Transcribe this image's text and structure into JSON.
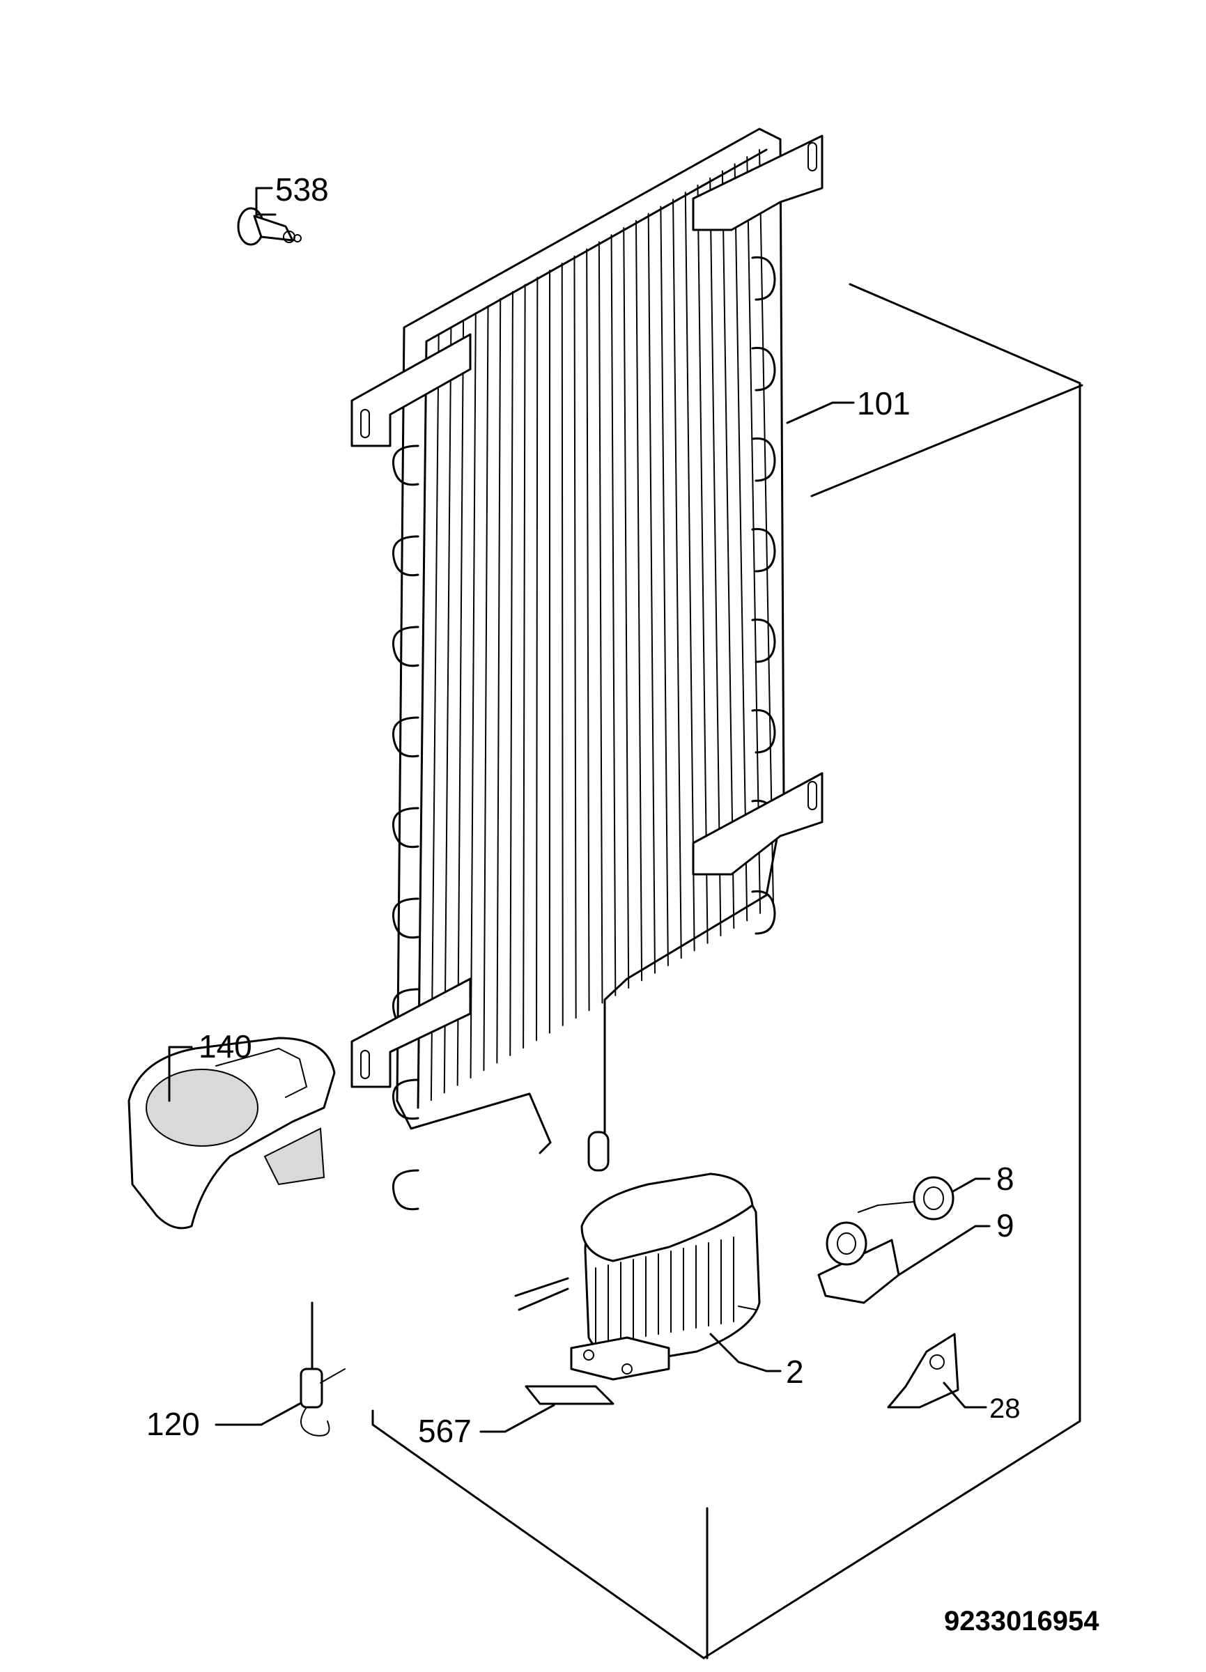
{
  "diagram": {
    "document_number": "9233016954",
    "callouts": [
      {
        "id": "538",
        "label": "538",
        "part": "clip"
      },
      {
        "id": "101",
        "label": "101",
        "part": "condenser"
      },
      {
        "id": "140",
        "label": "140",
        "part": "drip-tray"
      },
      {
        "id": "8",
        "label": "8",
        "part": "overload-protector"
      },
      {
        "id": "9",
        "label": "9",
        "part": "start-relay"
      },
      {
        "id": "2",
        "label": "2",
        "part": "compressor"
      },
      {
        "id": "28",
        "label": "28",
        "part": "bracket"
      },
      {
        "id": "120",
        "label": "120",
        "part": "drier-filter"
      },
      {
        "id": "567",
        "label": "567",
        "part": "mounting-plate"
      }
    ]
  }
}
